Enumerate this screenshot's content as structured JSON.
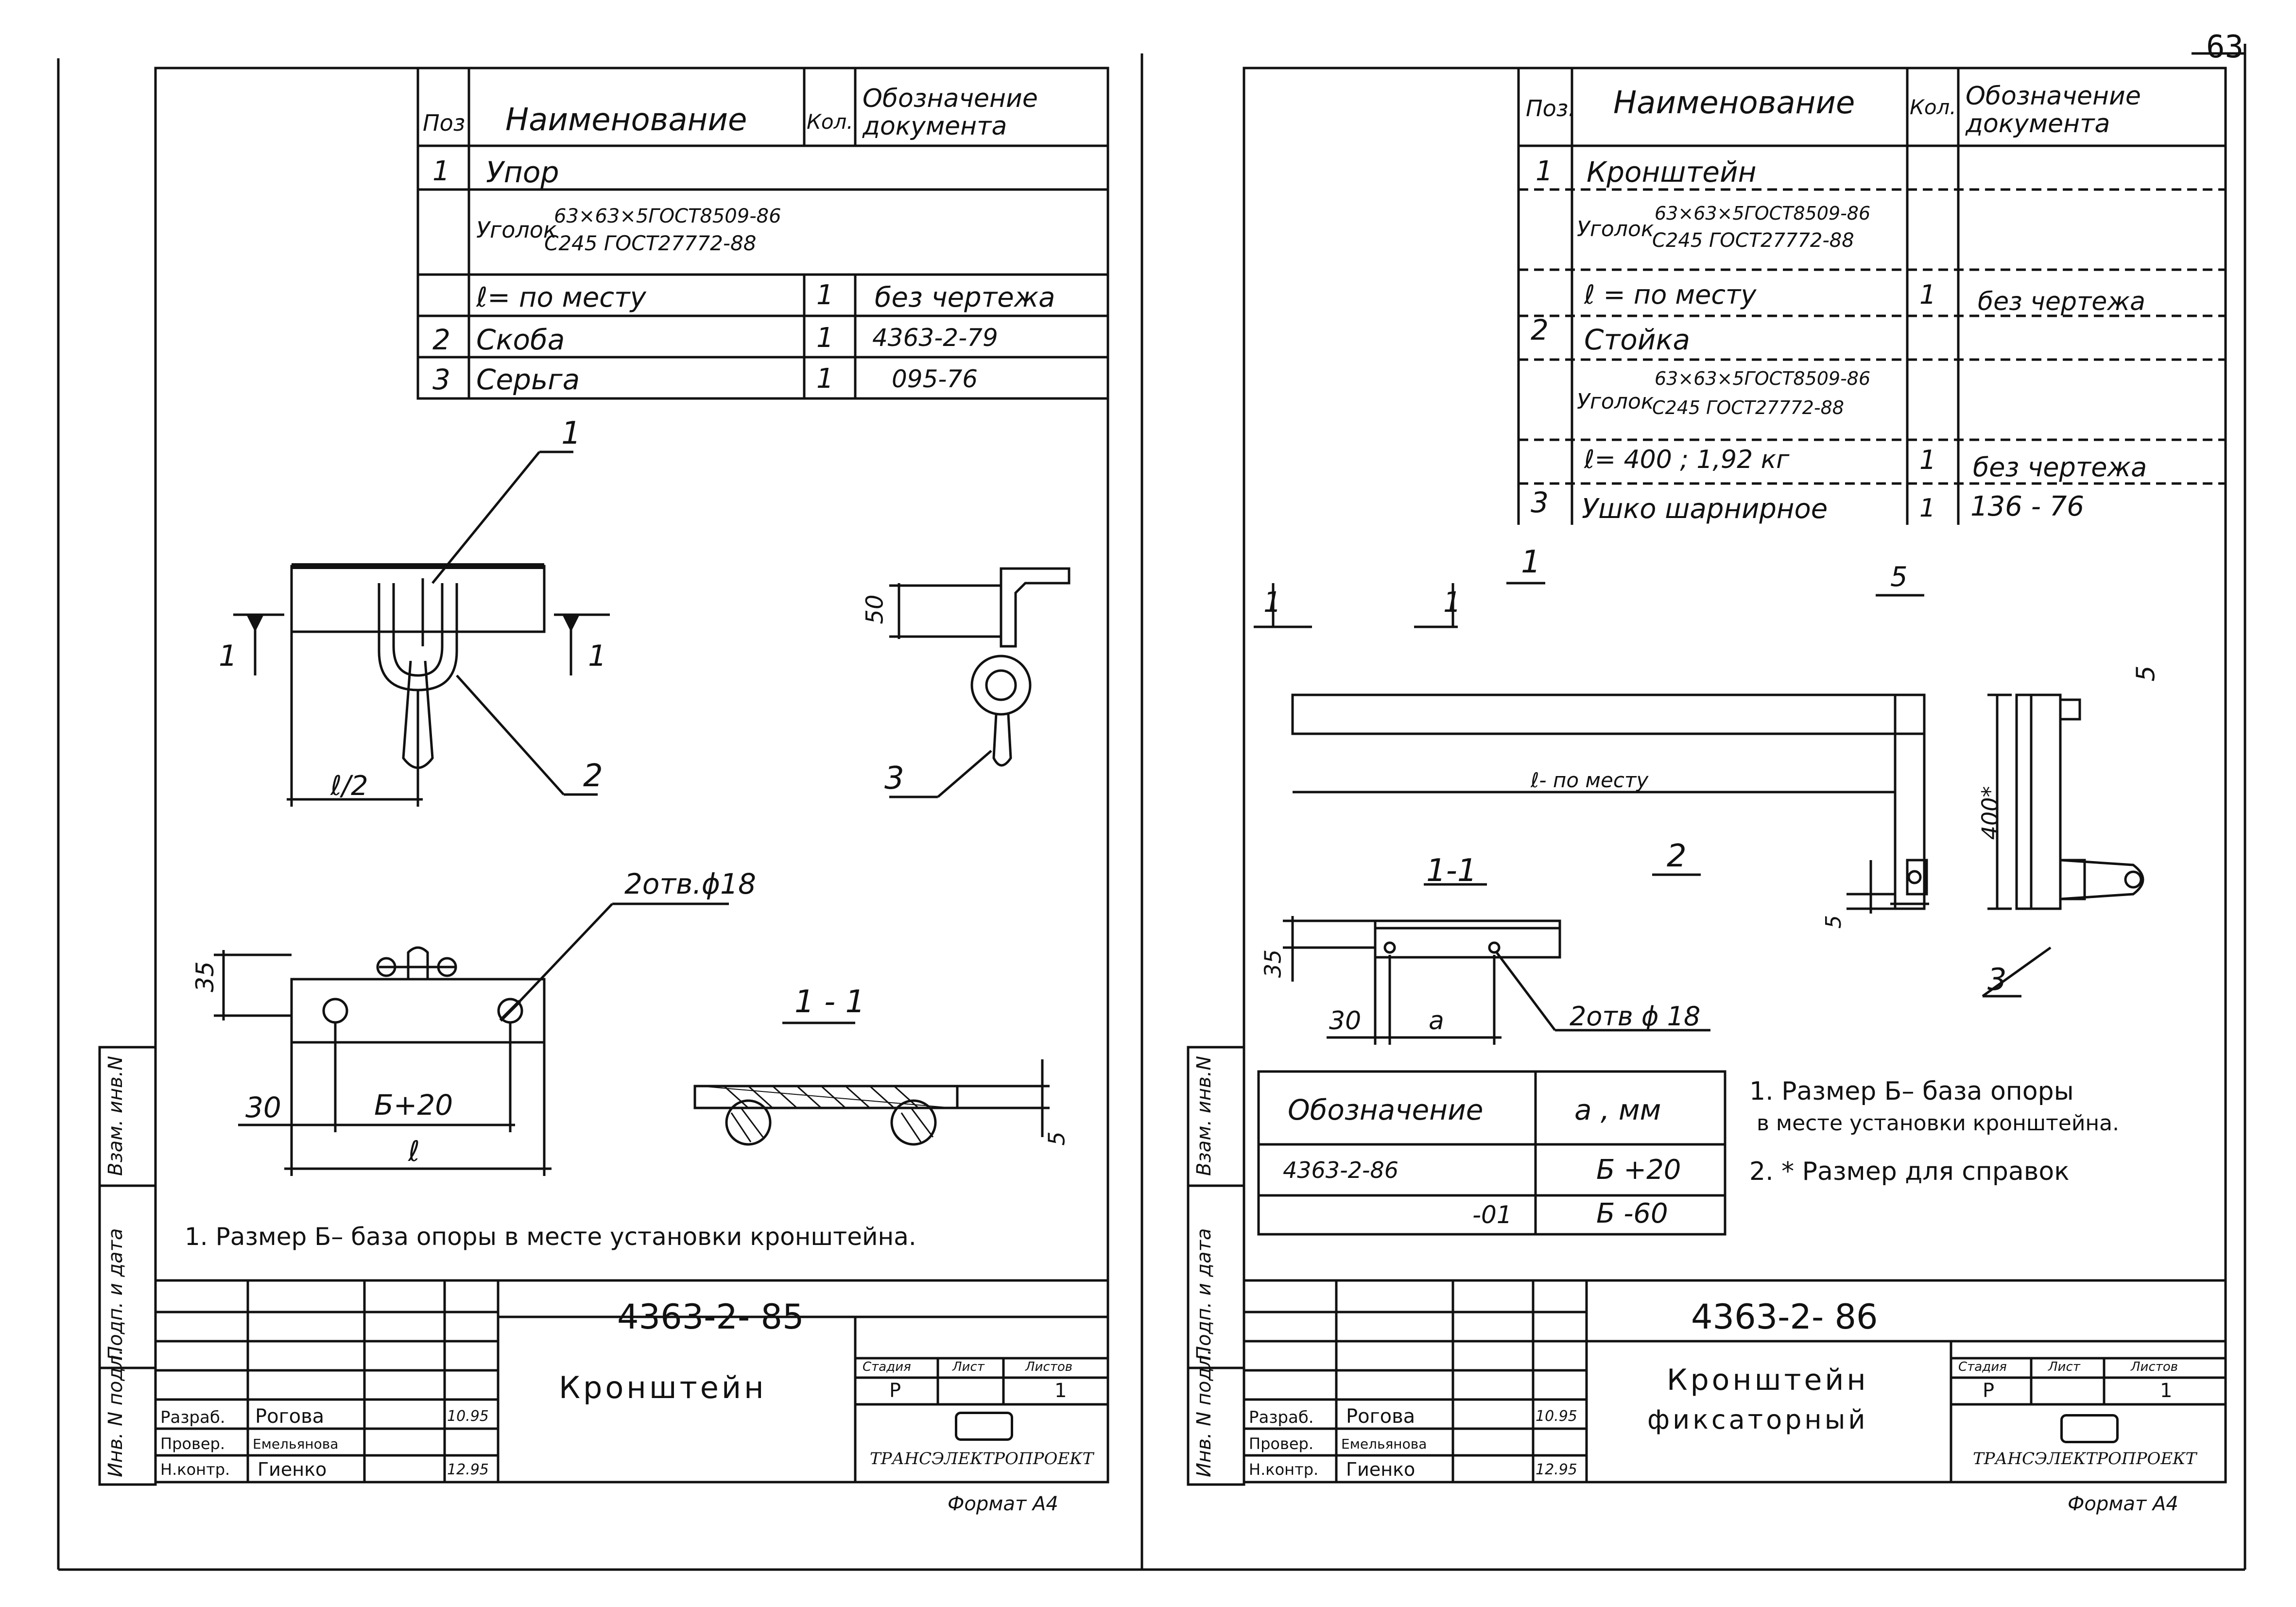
{
  "page_number": "63",
  "left": {
    "spec_table": {
      "headers": {
        "pos": "Поз",
        "name": "Наименование",
        "qty": "Кол.",
        "doc": "Обозначение документа"
      },
      "rows": [
        {
          "pos": "1",
          "name": "Упор",
          "qty": "",
          "doc": ""
        },
        {
          "pos": "",
          "name_prefix": "Уголок",
          "name_top": "63×63×5ГОСТ8509-86",
          "name_bot": "С245  ГОСТ27772-88",
          "qty": "",
          "doc": ""
        },
        {
          "pos": "",
          "name": "ℓ= по месту",
          "qty": "1",
          "doc": "без чертежа"
        },
        {
          "pos": "2",
          "name": "Скоба",
          "qty": "1",
          "doc": "4363-2-79"
        },
        {
          "pos": "3",
          "name": "Серьга",
          "qty": "1",
          "doc": "095-76"
        }
      ]
    },
    "labels": {
      "callout_1": "1",
      "callout_2": "2",
      "callout_3": "3",
      "half_l": "ℓ/2",
      "sec_a": "1",
      "sec_b": "1",
      "dim_50": "50",
      "holes": "2отв.ϕ18",
      "dim_35": "35",
      "dim_30": "30",
      "dim_b20": "Б+20",
      "dim_l": "ℓ",
      "section": "1 - 1",
      "dim_5": "5"
    },
    "note": "1. Размер Б– база опоры в месте установки кронштейна.",
    "title_block": {
      "doc_number": "4363-2- 85",
      "title": "Кронштейн",
      "stage_h": "Стадия",
      "sheet_h": "Лист",
      "sheets_h": "Листов",
      "stage": "Р",
      "sheets": "1",
      "org": "ТРАНСЭЛЕКТРОПРОЕКТ",
      "rows": [
        {
          "role": "Разраб.",
          "name": "Рогова",
          "date": "10.95"
        },
        {
          "role": "Провер.",
          "name": "Емельянова",
          "date": ""
        },
        {
          "role": "Н.контр.",
          "name": "Гиенко",
          "date": "12.95"
        }
      ],
      "format": "Формат А4"
    },
    "side_labels": [
      "Инв. N подл.",
      "Подп. и дата",
      "Взам. инв.N"
    ]
  },
  "right": {
    "spec_table": {
      "headers": {
        "pos": "Поз.",
        "name": "Наименование",
        "qty": "Кол.",
        "doc": "Обозначение документа"
      },
      "rows": [
        {
          "pos": "1",
          "name": "Кронштейн",
          "qty": "",
          "doc": ""
        },
        {
          "pos": "",
          "name_prefix": "Уголок",
          "name_top": "63×63×5ГОСТ8509-86",
          "name_bot": "С245  ГОСТ27772-88",
          "qty": "",
          "doc": ""
        },
        {
          "pos": "",
          "name": "ℓ = по месту",
          "qty": "1",
          "doc": "без чертежа"
        },
        {
          "pos": "2",
          "name": "Стойка",
          "qty": "",
          "doc": ""
        },
        {
          "pos": "",
          "name_prefix": "Уголок",
          "name_top": "63×63×5ГОСТ8509-86",
          "name_bot": "С245  ГОСТ27772-88",
          "qty": "",
          "doc": ""
        },
        {
          "pos": "",
          "name": "ℓ= 400 ; 1,92 кг",
          "qty": "1",
          "doc": "без чертежа"
        },
        {
          "pos": "3",
          "name": "Ушко шарнирное",
          "qty": "1",
          "doc": "136 - 76"
        }
      ]
    },
    "labels": {
      "callout_1": "1",
      "callout_2": "2",
      "callout_3": "3",
      "sec_5": "5",
      "sec_5b": "5",
      "l_po_mestu": "ℓ- по месту",
      "dim_400": "400*",
      "section": "1-1",
      "dim_35": "35",
      "dim_30": "30",
      "dim_a": "а",
      "holes": "2отв ϕ 18",
      "dim_5": "5",
      "sec_1": "1",
      "sec_1b": "1"
    },
    "var_table": {
      "headers": {
        "designation": "Обозначение",
        "a": "а , мм"
      },
      "rows": [
        {
          "designation": "4363-2-86",
          "a": "Б +20"
        },
        {
          "designation": "-01",
          "a": "Б -60"
        }
      ]
    },
    "notes": [
      "1. Размер Б– база опоры",
      "в месте установки кронштейна.",
      "2. * Размер для справок"
    ],
    "title_block": {
      "doc_number": "4363-2- 86",
      "title1": "Кронштейн",
      "title2": "фиксаторный",
      "stage_h": "Стадия",
      "sheet_h": "Лист",
      "sheets_h": "Листов",
      "stage": "Р",
      "sheets": "1",
      "org": "ТРАНСЭЛЕКТРОПРОЕКТ",
      "rows": [
        {
          "role": "Разраб.",
          "name": "Рогова",
          "date": "10.95"
        },
        {
          "role": "Провер.",
          "name": "Емельянова",
          "date": ""
        },
        {
          "role": "Н.контр.",
          "name": "Гиенко",
          "date": "12.95"
        }
      ],
      "format": "Формат А4"
    },
    "side_labels": [
      "Инв. N подл.",
      "Подп. и дата",
      "Взам. инв.N"
    ]
  }
}
